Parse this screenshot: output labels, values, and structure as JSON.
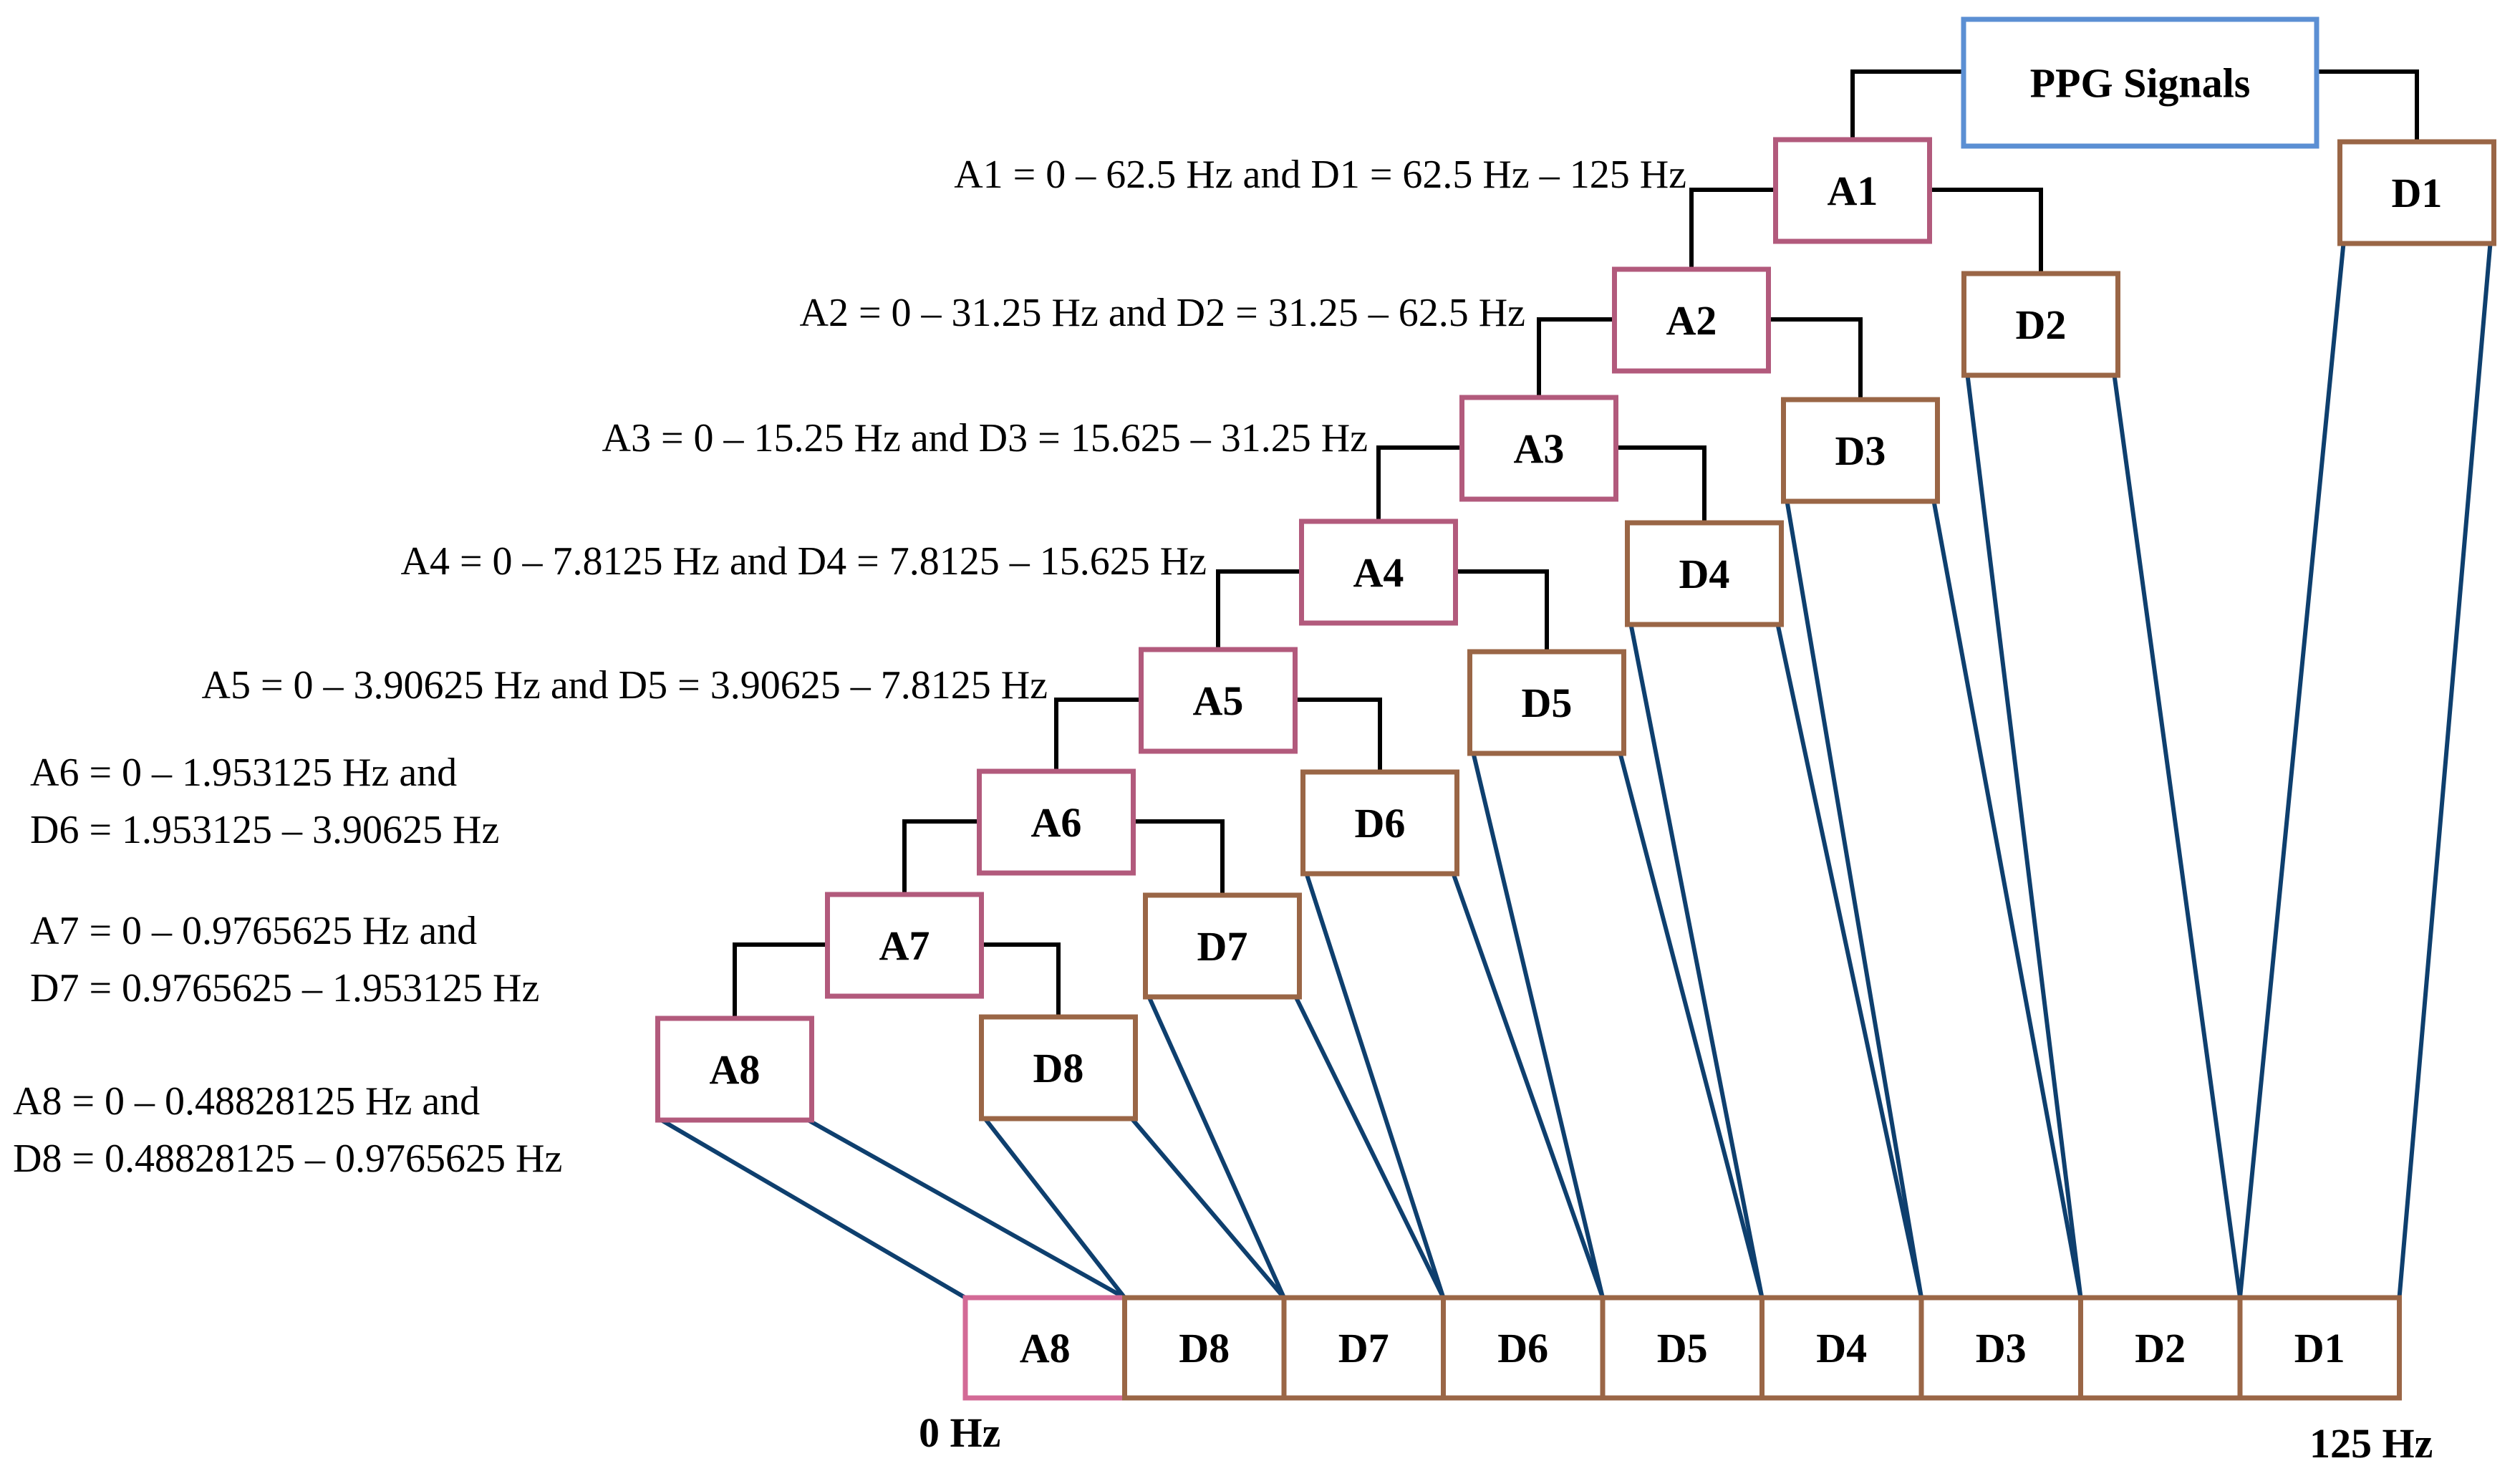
{
  "colors": {
    "approx": "#b25a7c",
    "approx_light": "#d36a96",
    "detail": "#9a6646",
    "root": "#5b8fd3",
    "tree_line": "#000000",
    "map_line": "#0e3f6e"
  },
  "root": {
    "label": "PPG Signals"
  },
  "tree": [
    {
      "a": "A1",
      "d": "D1"
    },
    {
      "a": "A2",
      "d": "D2"
    },
    {
      "a": "A3",
      "d": "D3"
    },
    {
      "a": "A4",
      "d": "D4"
    },
    {
      "a": "A5",
      "d": "D5"
    },
    {
      "a": "A6",
      "d": "D6"
    },
    {
      "a": "A7",
      "d": "D7"
    },
    {
      "a": "A8",
      "d": "D8"
    }
  ],
  "ranges": [
    [
      "A1 = 0 – 62.5 Hz and D1 = 62.5 Hz – 125 Hz"
    ],
    [
      "A2 = 0 – 31.25 Hz and D2 = 31.25 – 62.5 Hz"
    ],
    [
      "A3 = 0 – 15.25 Hz and D3 = 15.625 – 31.25 Hz"
    ],
    [
      "A4 = 0 – 7.8125 Hz and D4 = 7.8125 – 15.625 Hz"
    ],
    [
      "A5 = 0 – 3.90625 Hz and D5 = 3.90625 – 7.8125 Hz"
    ],
    [
      "A6 = 0 – 1.953125 Hz and",
      "D6 = 1.953125 – 3.90625 Hz"
    ],
    [
      "A7 = 0 – 0.9765625 Hz and",
      "D7 = 0.9765625 – 1.953125 Hz"
    ],
    [
      "A8 = 0 – 0.48828125 Hz and",
      "D8 = 0.48828125 – 0.9765625 Hz"
    ]
  ],
  "bands": [
    "A8",
    "D8",
    "D7",
    "D6",
    "D5",
    "D4",
    "D3",
    "D2",
    "D1"
  ],
  "axis": {
    "start": "0 Hz",
    "end": "125 Hz"
  }
}
